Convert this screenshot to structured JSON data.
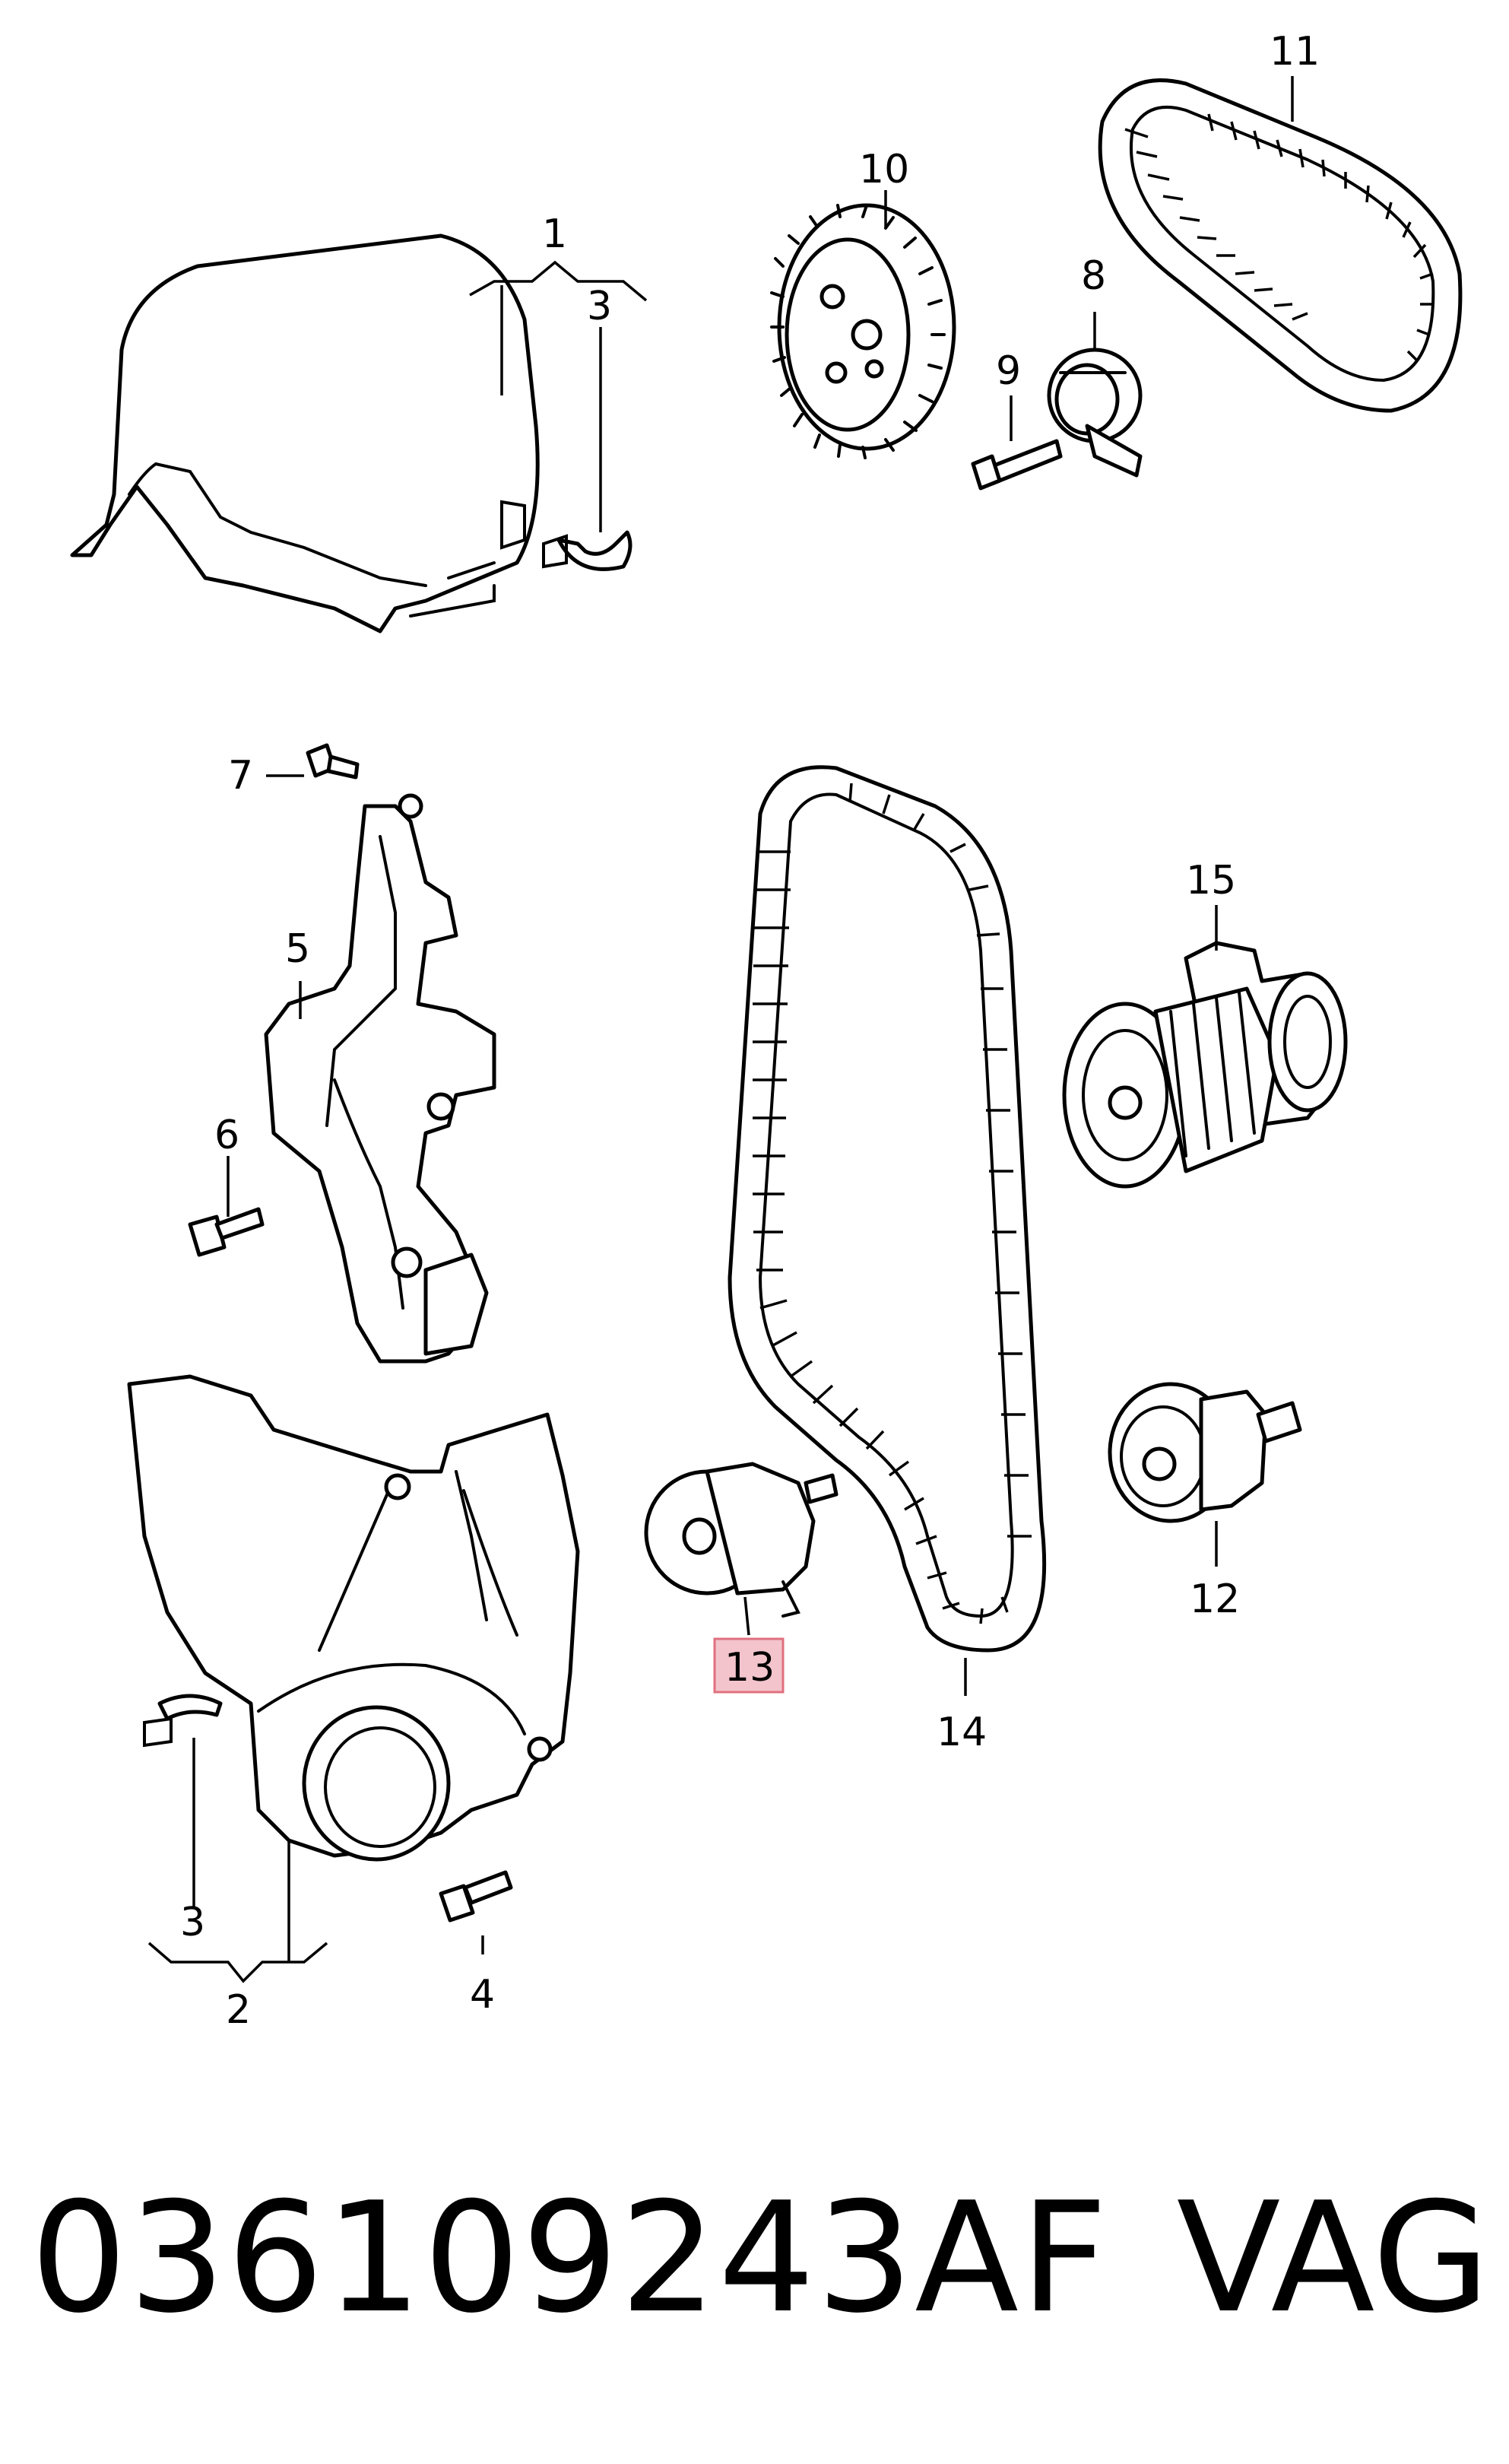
{
  "callouts": {
    "c1": "1",
    "c2": "2",
    "c3a": "3",
    "c3b": "3",
    "c4": "4",
    "c5": "5",
    "c6": "6",
    "c7": "7",
    "c8": "8",
    "c9": "9",
    "c10": "10",
    "c11": "11",
    "c12": "12",
    "c13": "13",
    "c14": "14",
    "c15": "15"
  },
  "highlight": {
    "callout": "13",
    "color": "#f3c4cc",
    "border": "#e0707f"
  },
  "footer": {
    "part_number": "036109243AF",
    "brand": "VAG"
  }
}
